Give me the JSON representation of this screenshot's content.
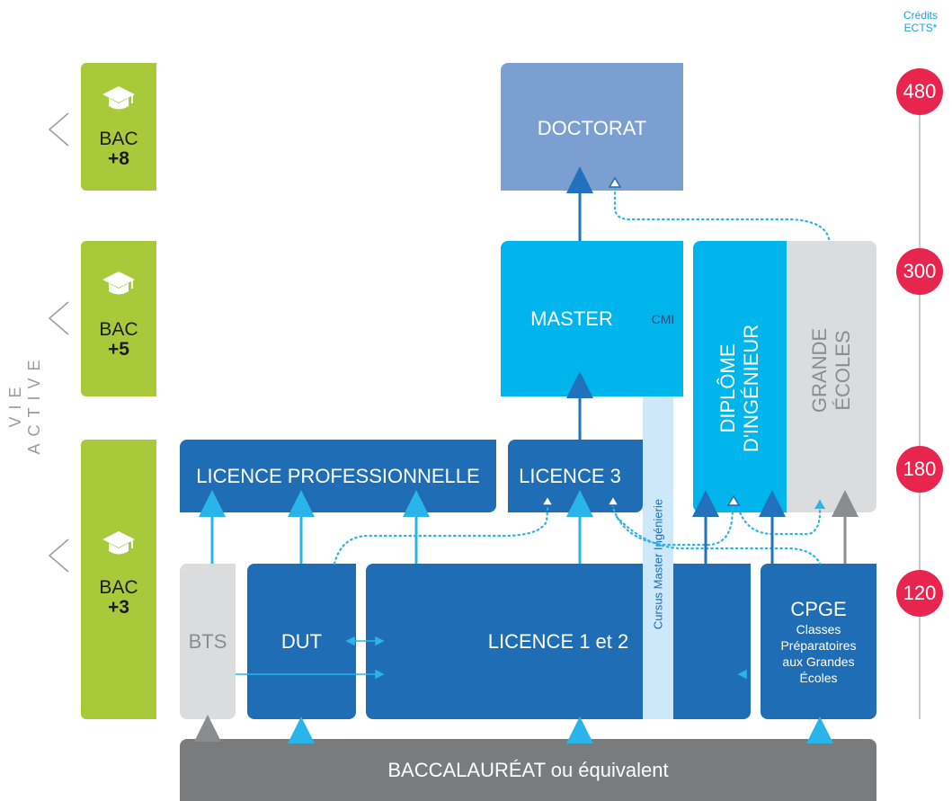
{
  "credits": {
    "header_line1": "Crédits",
    "header_line2": "ECTS*",
    "values": [
      "480",
      "300",
      "180",
      "120"
    ]
  },
  "side": {
    "vie_active": "VIE ACTIVE",
    "levels": [
      {
        "line1": "BAC",
        "line2": "+8"
      },
      {
        "line1": "BAC",
        "line2": "+5"
      },
      {
        "line1": "BAC",
        "line2": "+3"
      }
    ]
  },
  "boxes": {
    "doctorat": "DOCTORAT",
    "master": "MASTER",
    "cmi": "CMI",
    "diplome_ingenieur_line1": "DIPLÔME",
    "diplome_ingenieur_line2": "D'INGÉNIEUR",
    "grande_ecoles_line1": "GRANDE",
    "grande_ecoles_line2": "ÉCOLES",
    "licence_pro": "LICENCE PROFESSIONNELLE",
    "licence3": "LICENCE 3",
    "cursus_master": "Cursus Master Ingénierie",
    "bts": "BTS",
    "dut": "DUT",
    "licence12": "LICENCE 1 et 2",
    "cpge_title": "CPGE",
    "cpge_line1": "Classes",
    "cpge_line2": "Préparatoires",
    "cpge_line3": "aux Grandes",
    "cpge_line4": "Écoles",
    "bac": "BACCALAURÉAT ou équivalent"
  },
  "colors": {
    "dark_blue": "#1f6db5",
    "cyan": "#00b5ec",
    "grey": "#dbdcde",
    "doctorat": "#7a9fd0",
    "green": "#a8c93a",
    "credit_red": "#e8254e",
    "bac_bar": "#7a7b7d"
  }
}
